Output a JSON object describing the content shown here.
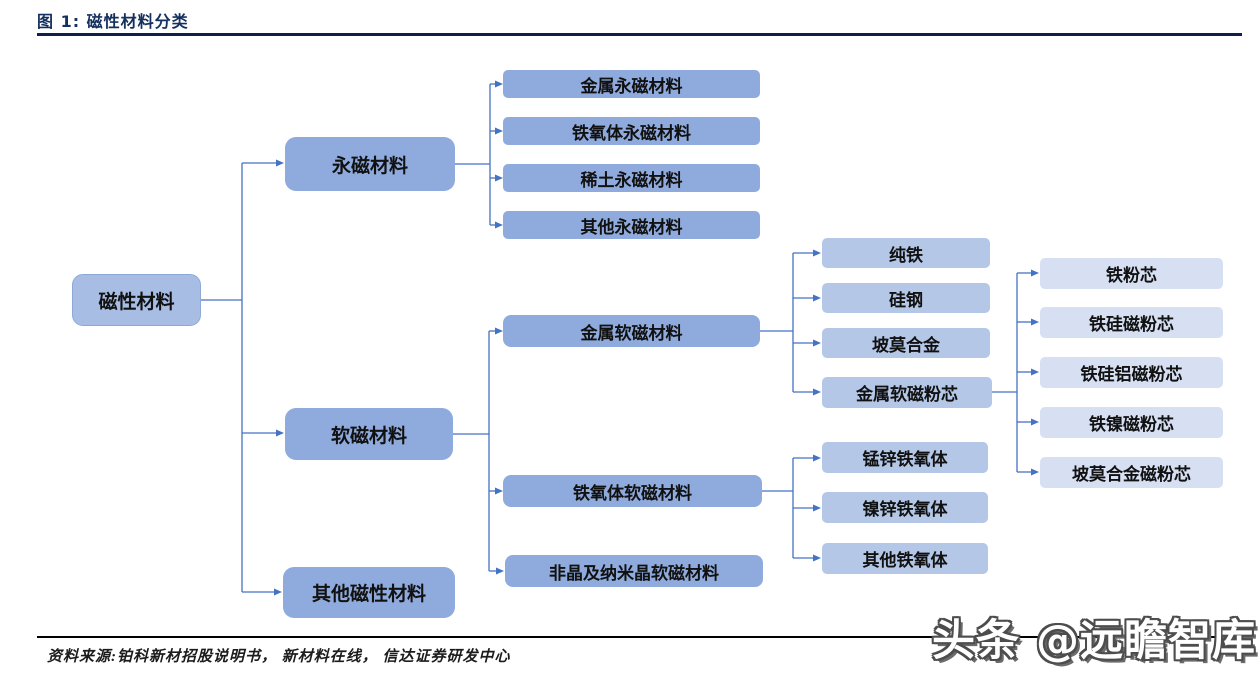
{
  "figure": {
    "title": "图 1:  磁性材料分类",
    "source": "资料来源:铂科新材招股说明书， 新材料在线， 信达证券研发中心",
    "watermark": "头条 @远瞻智库"
  },
  "colors": {
    "connector_blue": "#4472c4",
    "node_level1_fill": "#a8bde4",
    "node_level2_fill": "#8faadc",
    "node_level4_fill": "#b4c7e7",
    "node_level5_fill": "#d6e0f2",
    "title_navy": "#14305e"
  },
  "tree": {
    "root": "磁性材料",
    "branches": [
      {
        "label": "永磁材料",
        "children": [
          "金属永磁材料",
          "铁氧体永磁材料",
          "稀土永磁材料",
          "其他永磁材料"
        ]
      },
      {
        "label": "软磁材料",
        "children": [
          {
            "label": "金属软磁材料",
            "children": [
              "纯铁",
              "硅钢",
              "坡莫合金",
              {
                "label": "金属软磁粉芯",
                "children": [
                  "铁粉芯",
                  "铁硅磁粉芯",
                  "铁硅铝磁粉芯",
                  "铁镍磁粉芯",
                  "坡莫合金磁粉芯"
                ]
              }
            ]
          },
          {
            "label": "铁氧体软磁材料",
            "children": [
              "锰锌铁氧体",
              "镍锌铁氧体",
              "其他铁氧体"
            ]
          },
          {
            "label": "非晶及纳米晶软磁材料"
          }
        ]
      },
      {
        "label": "其他磁性材料"
      }
    ]
  }
}
